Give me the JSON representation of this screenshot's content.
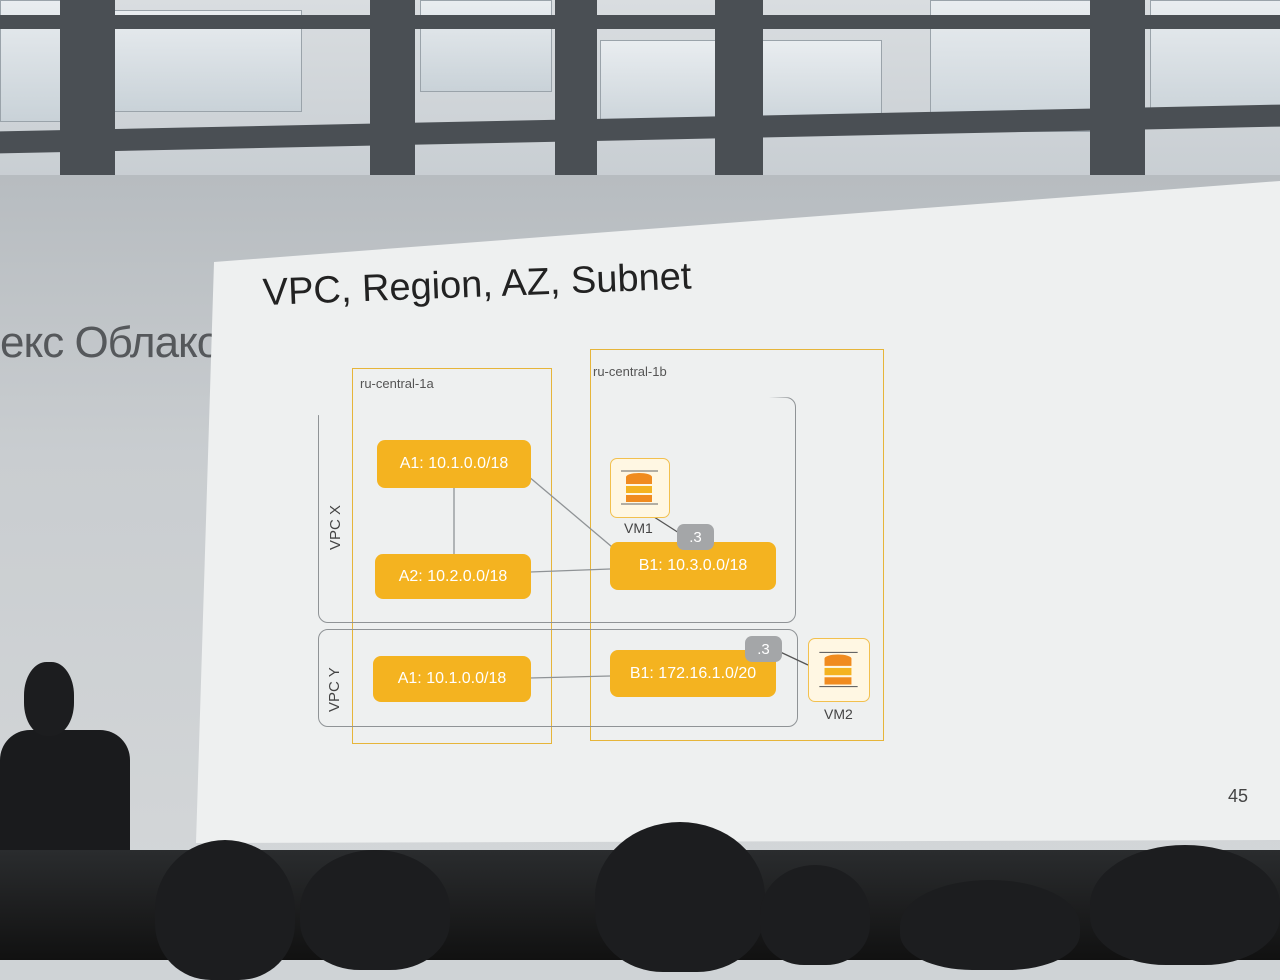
{
  "venue": {
    "brand_text": "екс Облако"
  },
  "slide": {
    "title": "VPC, Region, AZ, Subnet",
    "page_number": "45",
    "zones": [
      {
        "label": "ru-central-1a"
      },
      {
        "label": "ru-central-1b"
      }
    ],
    "vpcs": [
      {
        "label": "VPC X"
      },
      {
        "label": "VPC Y"
      }
    ],
    "subnets": {
      "x_a1": "A1: 10.1.0.0/18",
      "x_a2": "A2: 10.2.0.0/18",
      "x_b1": "B1: 10.3.0.0/18",
      "y_a1": "A1: 10.1.0.0/18",
      "y_b1": "B1: 172.16.1.0/20"
    },
    "badges": {
      "vm1_ip": ".3",
      "vm2_ip": ".3"
    },
    "vms": [
      {
        "label": "VM1",
        "icon": "server-stack-icon"
      },
      {
        "label": "VM2",
        "icon": "server-stack-icon"
      }
    ],
    "colors": {
      "subnet": "#f4b320",
      "zone_border": "#e6b53a",
      "vpc_border": "#8f9396",
      "badge": "#a4a6a8"
    }
  }
}
